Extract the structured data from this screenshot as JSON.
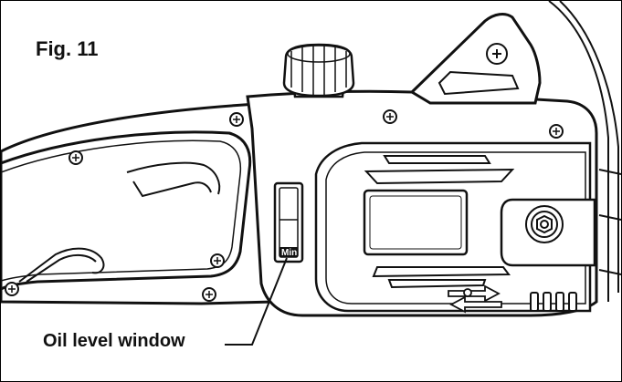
{
  "figure": {
    "title": "Fig. 11",
    "callout_label": "Oil level window",
    "window_marking": "Min"
  },
  "colors": {
    "ink": "#111111",
    "background": "#ffffff",
    "shade": "#d9d9d9"
  }
}
